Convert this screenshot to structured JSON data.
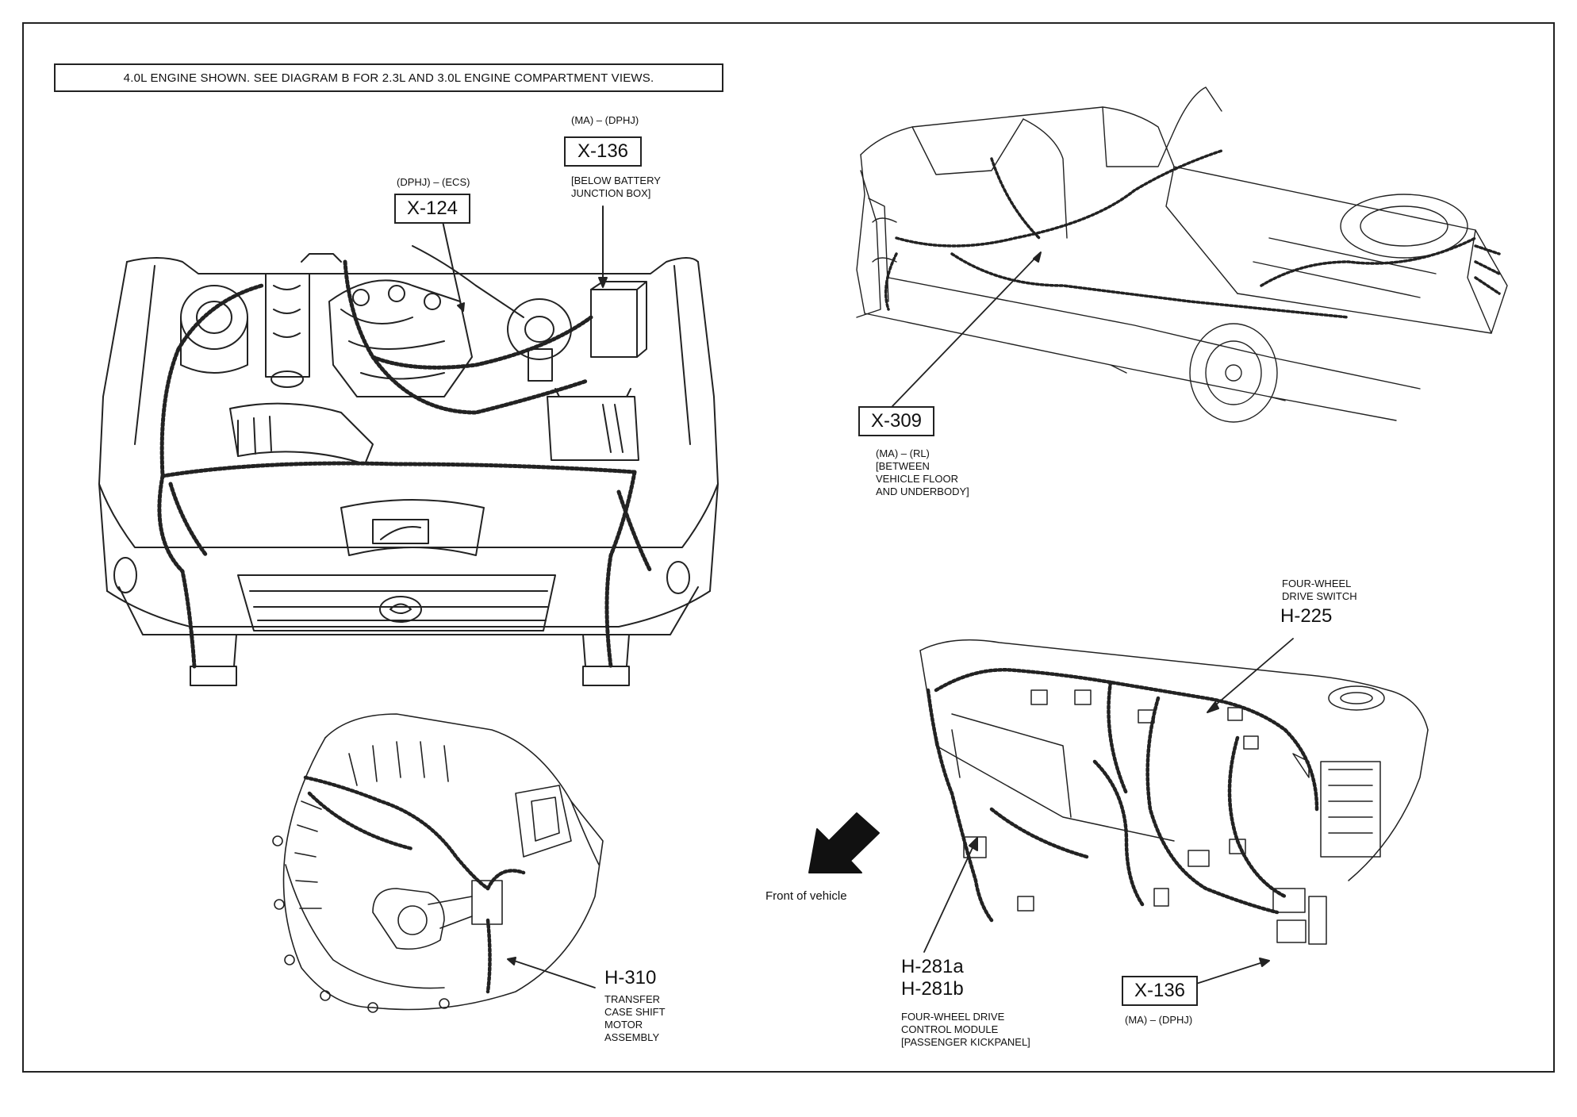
{
  "header": {
    "note": "4.0L ENGINE SHOWN. SEE DIAGRAM B FOR 2.3L AND 3.0L ENGINE COMPARTMENT VIEWS."
  },
  "callouts": {
    "x136_top": {
      "code": "X-136",
      "mating": "(MA) – (DPHJ)",
      "location": [
        "[BELOW BATTERY",
        "JUNCTION BOX]"
      ]
    },
    "x124": {
      "code": "X-124",
      "mating": "(DPHJ) – (ECS)"
    },
    "x309": {
      "code": "X-309",
      "mating": "(MA) – (RL)",
      "location": [
        "[BETWEEN",
        "VEHICLE FLOOR",
        "AND UNDERBODY]"
      ]
    },
    "h225": {
      "code": "H-225",
      "desc": [
        "FOUR-WHEEL",
        "DRIVE SWITCH"
      ]
    },
    "h310": {
      "code": "H-310",
      "desc": [
        "TRANSFER",
        "CASE SHIFT",
        "MOTOR",
        "ASSEMBLY"
      ]
    },
    "h281": {
      "codes": [
        "H-281a",
        "H-281b"
      ],
      "desc": [
        "FOUR-WHEEL DRIVE",
        "CONTROL MODULE",
        "[PASSENGER KICKPANEL]"
      ]
    },
    "x136_bottom": {
      "code": "X-136",
      "mating": "(MA) – (DPHJ)"
    }
  },
  "front_arrow": {
    "label": "Front of vehicle"
  }
}
